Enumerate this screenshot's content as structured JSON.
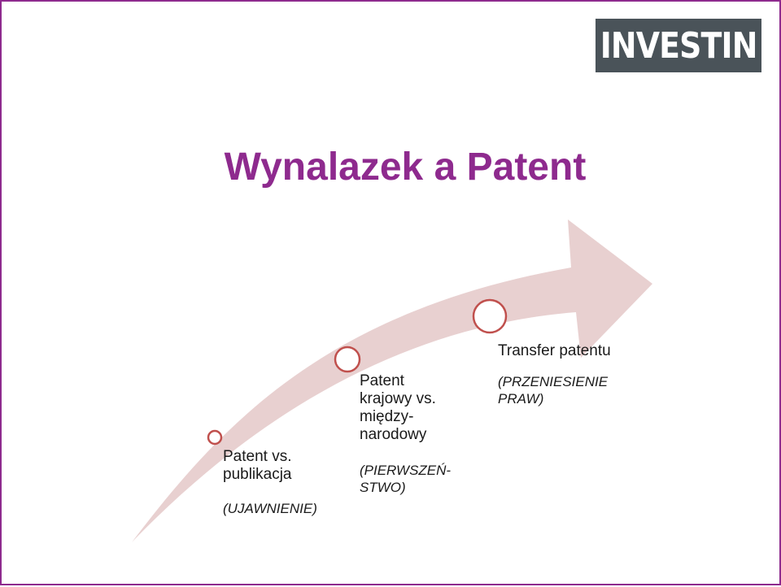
{
  "logo": {
    "text": "INVESTIN"
  },
  "title": "Wynalazek a Patent",
  "colors": {
    "title": "#8e2a8e",
    "frame": "#8e2a8e",
    "arrow": "#e8d0d0",
    "circle_stroke": "#c0504d",
    "logo_bg": "#4a5359"
  },
  "steps": [
    {
      "main": "Patent vs. publikacja",
      "sub": "(UJAWNIENIE)"
    },
    {
      "main": "Patent krajowy vs. między-narodowy",
      "sub": "(PIERWSZEŃ-STWO)"
    },
    {
      "main": "Transfer patentu",
      "sub": "(PRZENIESIENIE PRAW)"
    }
  ]
}
